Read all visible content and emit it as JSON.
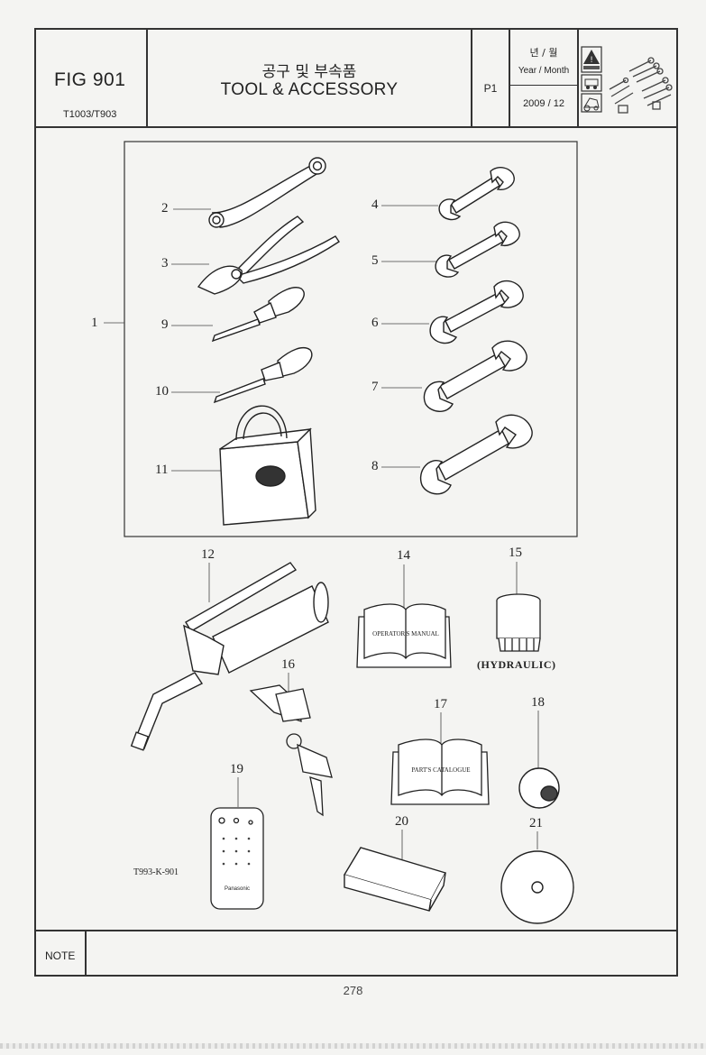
{
  "header": {
    "fig_label": "FIG 901",
    "model": "T1003/T903",
    "title_ko": "공구 및 부속품",
    "title_en": "TOOL & ACCESSORY",
    "page_code": "P1",
    "year_month_ko": "년 / 월",
    "year_month_en": "Year / Month",
    "date": "2009 / 12"
  },
  "callouts": {
    "c1": "1",
    "c2": "2",
    "c3": "3",
    "c4": "4",
    "c5": "5",
    "c6": "6",
    "c7": "7",
    "c8": "8",
    "c9": "9",
    "c10": "10",
    "c11": "11",
    "c12": "12",
    "c13": "14",
    "c15": "15",
    "c16": "16",
    "c17": "17",
    "c18": "18",
    "c19": "19",
    "c20": "20",
    "c21": "21"
  },
  "item_text": {
    "operators_manual": "OPERATOR'S MANUAL",
    "parts_catalogue": "PART'S CATALOGUE",
    "hydraulic": "(HYDRAULIC)",
    "remote_brand": "Panasonic"
  },
  "reference_code": "T993-K-901",
  "note_label": "NOTE",
  "page_number": "278"
}
